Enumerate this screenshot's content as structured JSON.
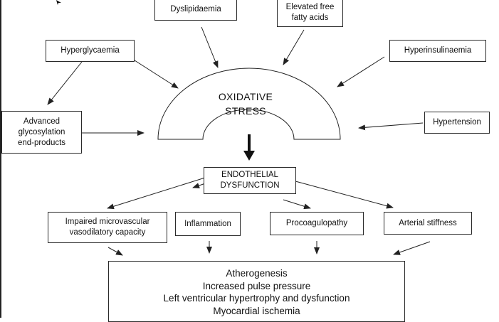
{
  "title": "",
  "oxidative_stress": "OXIDATIVE\nSTRESS",
  "inputs": {
    "dyslipidaemia": "Dyslipidaemia",
    "free_fatty_acids": "Elevated free\nfatty acids",
    "hyperglycaemia": "Hyperglycaemia",
    "hyperinsulinaemia": "Hyperinsulinaemia",
    "age_products": "Advanced\nglycosylation\nend-products",
    "hypertension": "Hypertension"
  },
  "endothelial_dysfunction": "ENDOTHELIAL\nDYSFUNCTION",
  "mechanisms": {
    "microvascular": "Impaired microvascular\nvasodilatory   capacity",
    "inflammation": "Inflammation",
    "procoagulopathy": "Procoagulopathy",
    "arterial_stiffness": "Arterial stiffness"
  },
  "outcomes": [
    "Atherogenesis",
    "Increased pulse pressure",
    "Left ventricular hypertrophy and dysfunction",
    "Myocardial ischemia"
  ],
  "colors": {
    "line": "#222222",
    "background": "#ffffff"
  }
}
